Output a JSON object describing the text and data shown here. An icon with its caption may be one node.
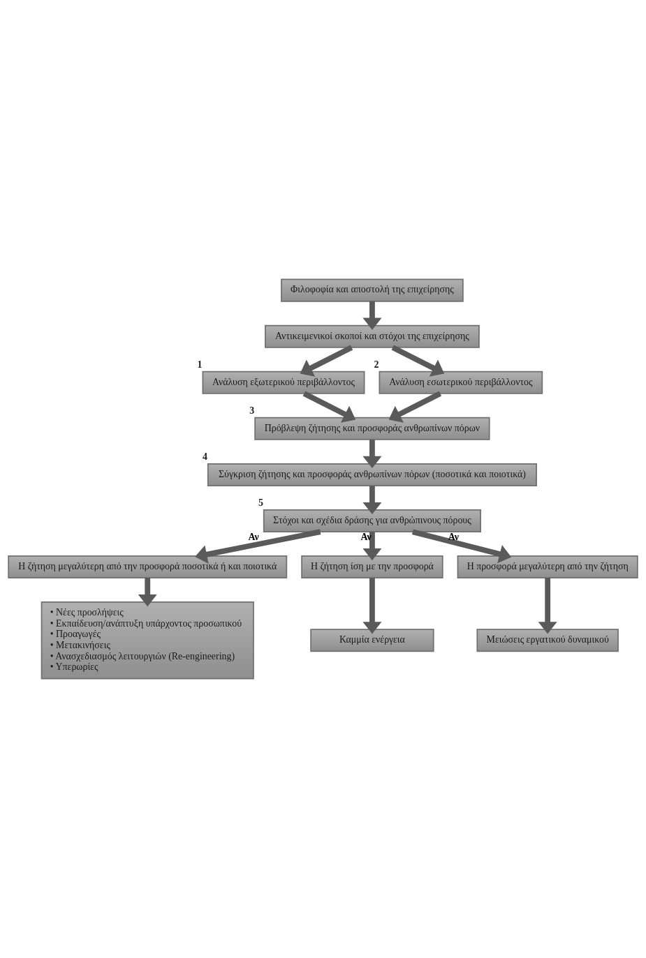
{
  "diagram": {
    "nodes": [
      {
        "text": [
          "Φιλοφοφία και αποστολή της επιχείρησης"
        ]
      },
      {
        "text": [
          "Αντικειμενικοί σκοποί και στόχοι της επιχείρησης"
        ]
      },
      {
        "text": [
          "Ανάλυση εξωτερικού περιβάλλοντος"
        ],
        "beside": [
          "1"
        ]
      },
      {
        "text": [
          "Ανάλυση εσωτερικού περιβάλλοντος"
        ],
        "beside": [
          "2"
        ]
      },
      {
        "text": [
          "Πρόβλεψη ζήτησης και προσφοράς ανθρωπίνων πόρων"
        ],
        "beside": [
          "3"
        ]
      },
      {
        "text": [
          "Σύγκριση ζήτησης και προσφοράς ανθρωπίνων πόρων (ποσοτικά και ποιοτικά)"
        ],
        "beside": [
          "4"
        ]
      },
      {
        "text": [
          "Στόχοι και σχέδια δράσης για ανθρώπινους πόρους"
        ],
        "beside": [
          "5"
        ]
      },
      {
        "text": [
          "Η ζήτηση μεγαλύτερη από την προσφορά ποσοτικά ή και ποιοτικά"
        ]
      },
      {
        "text": [
          "Η ζήτηση ίση με την προσφορά"
        ]
      },
      {
        "text": [
          "Η προσφορά μεγαλύτερη από την ζήτηση"
        ]
      },
      {
        "text": [
          "• Νέες προσλήψεις",
          "• Εκπαίδευση/ανάπτυξη υπάρχοντος προσωπικού",
          "• Προαγωγές",
          "• Μετακινήσεις",
          "• Ανασχεδιασμός λειτουργιών (Re-engineering)",
          "• Υπερωρίες"
        ]
      },
      {
        "text": [
          "Καμμία ενέργεια"
        ]
      },
      {
        "text": [
          "Μειώσεις εργατικού δυναμικού"
        ]
      }
    ],
    "edges": [
      {
        "from": 0,
        "to": 1,
        "arrow": "to"
      },
      {
        "from": 1,
        "to": 2,
        "arrow": "to"
      },
      {
        "from": 1,
        "to": 3,
        "arrow": "to"
      },
      {
        "from": 2,
        "to": 4,
        "arrow": "to"
      },
      {
        "from": 3,
        "to": 4,
        "arrow": "to"
      },
      {
        "from": 4,
        "to": 5,
        "arrow": "to"
      },
      {
        "from": 5,
        "to": 6,
        "arrow": "to"
      },
      {
        "from": 6,
        "to": 7,
        "arrow": "to",
        "label": "Αν"
      },
      {
        "from": 6,
        "to": 8,
        "arrow": "to",
        "label": "Αν"
      },
      {
        "from": 6,
        "to": 9,
        "arrow": "to",
        "label": "Αν"
      },
      {
        "from": 7,
        "to": 10,
        "arrow": "to"
      },
      {
        "from": 8,
        "to": 11,
        "arrow": "to"
      },
      {
        "from": 9,
        "to": 12,
        "arrow": "to"
      }
    ]
  }
}
